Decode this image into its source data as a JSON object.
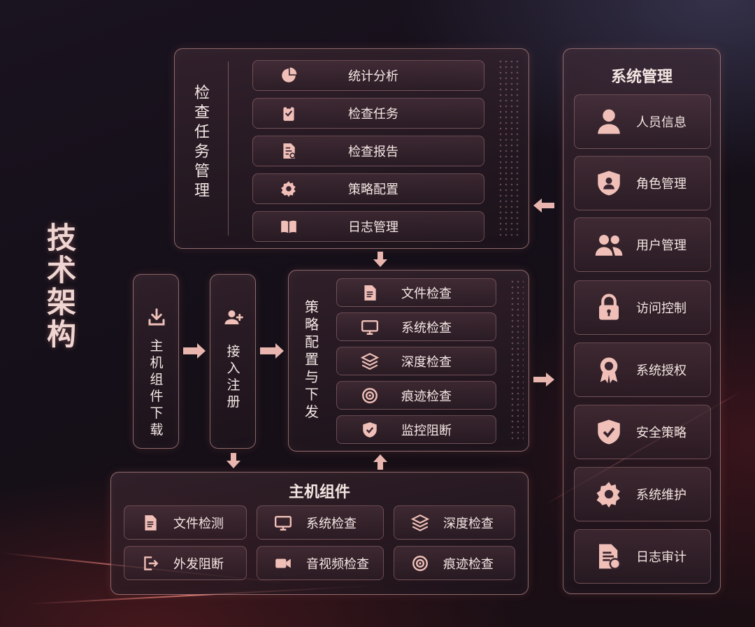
{
  "title": "技术架构",
  "inspection": {
    "label": "检查任务管理",
    "items": [
      {
        "label": "统计分析",
        "icon": "pie-chart-icon"
      },
      {
        "label": "检查任务",
        "icon": "clipboard-check-icon"
      },
      {
        "label": "检查报告",
        "icon": "report-search-icon"
      },
      {
        "label": "策略配置",
        "icon": "gear-icon"
      },
      {
        "label": "日志管理",
        "icon": "book-icon"
      }
    ]
  },
  "download": {
    "label": "主机组件下载",
    "icon": "download-icon"
  },
  "register": {
    "label": "接入注册",
    "icon": "user-add-icon"
  },
  "policy": {
    "label": "策略配置与下发",
    "items": [
      {
        "label": "文件检查",
        "icon": "file-icon"
      },
      {
        "label": "系统检查",
        "icon": "monitor-icon"
      },
      {
        "label": "深度检查",
        "icon": "layers-icon"
      },
      {
        "label": "痕迹检查",
        "icon": "target-icon"
      },
      {
        "label": "监控阻断",
        "icon": "shield-check-icon"
      }
    ]
  },
  "host": {
    "title": "主机组件",
    "items": [
      {
        "label": "文件检测",
        "icon": "file-icon"
      },
      {
        "label": "系统检查",
        "icon": "monitor-icon"
      },
      {
        "label": "深度检查",
        "icon": "layers-icon"
      },
      {
        "label": "外发阻断",
        "icon": "exit-icon"
      },
      {
        "label": "音视频检查",
        "icon": "video-camera-icon"
      },
      {
        "label": "痕迹检查",
        "icon": "target-icon"
      }
    ]
  },
  "system": {
    "title": "系统管理",
    "items": [
      {
        "label": "人员信息",
        "icon": "person-icon"
      },
      {
        "label": "角色管理",
        "icon": "shield-user-icon"
      },
      {
        "label": "用户管理",
        "icon": "users-icon"
      },
      {
        "label": "访问控制",
        "icon": "lock-icon"
      },
      {
        "label": "系统授权",
        "icon": "award-icon"
      },
      {
        "label": "安全策略",
        "icon": "shield-check-icon"
      },
      {
        "label": "系统维护",
        "icon": "gear-icon"
      },
      {
        "label": "日志审计",
        "icon": "audit-log-icon"
      }
    ]
  },
  "colors": {
    "accent": "#f0c0b8",
    "border": "#e6aaa5",
    "background": "#17111a"
  }
}
